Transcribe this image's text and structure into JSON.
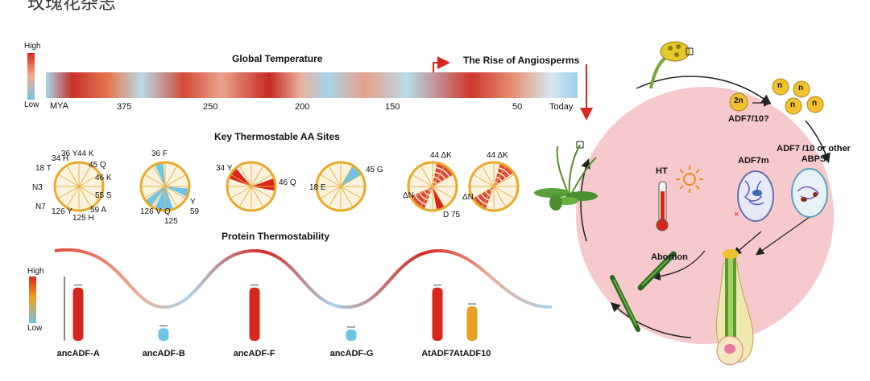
{
  "header_cut_text": "玫瑰花杂志",
  "temperature": {
    "scale_high": "High",
    "scale_low": "Low",
    "title": "Global Temperature",
    "unit": "MYA",
    "ticks": [
      "375",
      "250",
      "200",
      "150",
      "50",
      "Today"
    ],
    "rise_label": "The Rise of Angiosperms"
  },
  "aa_sites": {
    "title": "Key Thermostable AA Sites",
    "wheels": [
      {
        "labels": [
          "18 T",
          "34 H",
          "36 Y",
          "44 K",
          "45 Q",
          "46 K",
          "55 S",
          "59 A",
          "125 H",
          "126 Y",
          "N7",
          "N3"
        ]
      },
      {
        "labels": [
          "36 F",
          "126 V",
          "Q",
          "125",
          "Y",
          "59"
        ]
      },
      {
        "labels": [
          "34 Y",
          "46 Q"
        ]
      },
      {
        "labels": [
          "18 E",
          "45 G"
        ]
      },
      {
        "labels": [
          "44 ΔK",
          "ΔN",
          "D 75"
        ]
      },
      {
        "labels": [
          "44 ΔK",
          "ΔN"
        ]
      }
    ]
  },
  "thermostability": {
    "title": "Protein Thermostability",
    "scale_high": "High",
    "scale_low": "Low",
    "bars": [
      {
        "label": "ancADF-A",
        "value": 0.85,
        "color": "#d9261c"
      },
      {
        "label": "ancADF-B",
        "value": 0.2,
        "color": "#6ec3e6"
      },
      {
        "label": "ancADF-F",
        "value": 0.85,
        "color": "#d9261c"
      },
      {
        "label": "ancADF-G",
        "value": 0.18,
        "color": "#6ec3e6"
      },
      {
        "label": "AtADF7",
        "value": 0.85,
        "color": "#d9261c"
      },
      {
        "label": "AtADF10",
        "value": 0.55,
        "color": "#e8a020"
      }
    ]
  },
  "cycle": {
    "ploidy": "2n",
    "haploid": "n",
    "adf_question": "ADF7/10?",
    "ht": "HT",
    "adf7m": "ADF7m",
    "adf_other": "ADF7 /10 or other ABPS",
    "abortion": "Abortion",
    "colors": {
      "circle": "#f6c9cc",
      "pollen": "#f2c12e",
      "red": "#d9261c",
      "blue": "#6ec3e6"
    }
  }
}
